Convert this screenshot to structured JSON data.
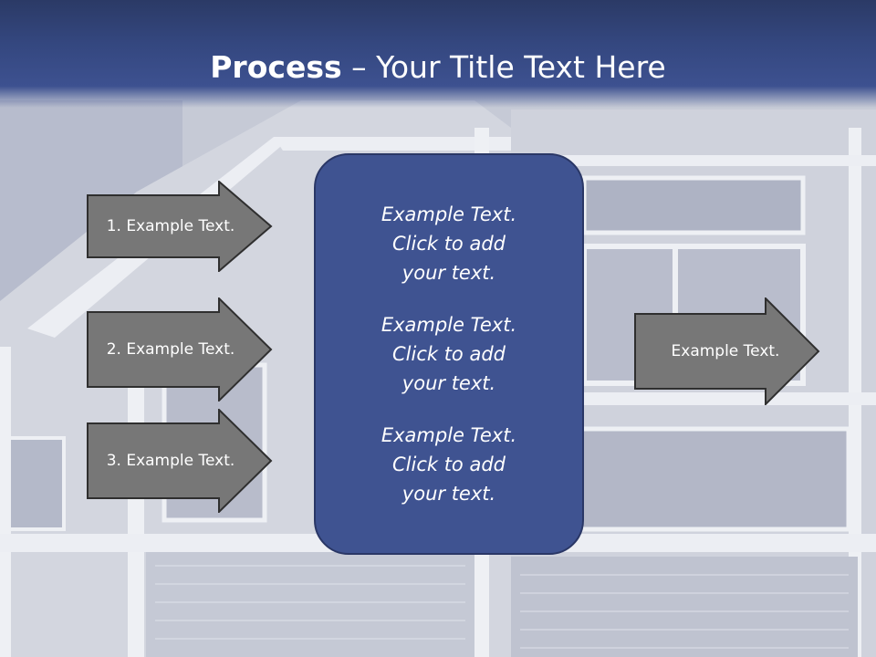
{
  "slide": {
    "title_bold": "Process",
    "title_rest": " – Your Title Text Here"
  },
  "left_arrows": [
    {
      "label": "1. Example Text."
    },
    {
      "label": "2. Example Text."
    },
    {
      "label": "3. Example Text."
    }
  ],
  "center_box": {
    "blocks": [
      {
        "lines": [
          "Example Text.",
          "Click  to add",
          "your text."
        ]
      },
      {
        "lines": [
          "Example Text.",
          "Click  to add",
          "your text."
        ]
      },
      {
        "lines": [
          "Example Text.",
          "Click  to add",
          "your text."
        ]
      }
    ]
  },
  "right_arrow": {
    "label": "Example Text."
  },
  "colors": {
    "header": "#34477f",
    "center_box_fill": "#3f5391",
    "arrow_fill": "#777777",
    "arrow_stroke": "#2f2f2f",
    "text": "#ffffff"
  }
}
